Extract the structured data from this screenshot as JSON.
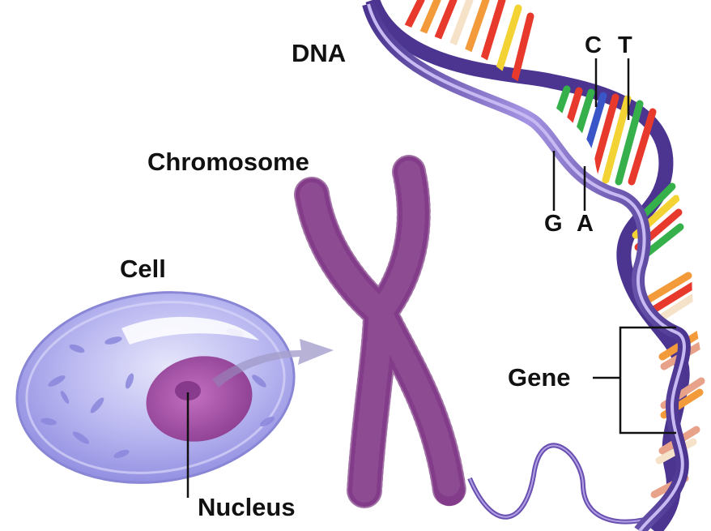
{
  "labels": {
    "dna": "DNA",
    "c": "C",
    "t": "T",
    "g": "G",
    "a": "A",
    "chromosome": "Chromosome",
    "cell": "Cell",
    "gene": "Gene",
    "nucleus": "Nucleus"
  },
  "colors": {
    "strand": "#6a4fb0",
    "strand_highlight": "#a895e0",
    "cell_fill": "#a6a4ec",
    "nucleus_fill": "#a94ea8",
    "chromosome_fill": "#9c4ea0",
    "base_red": "#e83a2c",
    "base_orange": "#f39a3a",
    "base_green": "#35b04a",
    "base_yellow": "#f3d233",
    "base_blue": "#3a55c8",
    "base_cream": "#f6e2c8"
  }
}
